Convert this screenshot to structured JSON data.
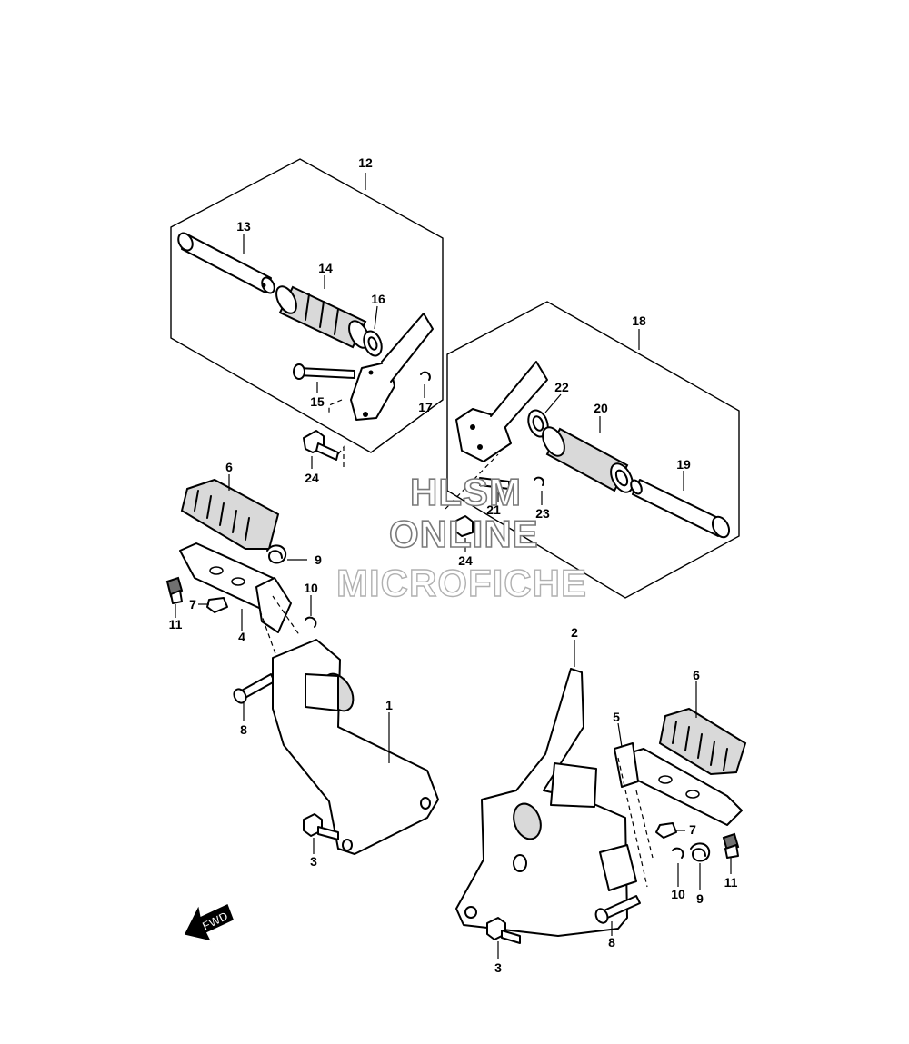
{
  "callouts": {
    "c1": "1",
    "c2": "2",
    "c3a": "3",
    "c3b": "3",
    "c4": "4",
    "c5": "5",
    "c6a": "6",
    "c6b": "6",
    "c7a": "7",
    "c7b": "7",
    "c8a": "8",
    "c8b": "8",
    "c9a": "9",
    "c9b": "9",
    "c10a": "10",
    "c10b": "10",
    "c11a": "11",
    "c11b": "11",
    "c12": "12",
    "c13": "13",
    "c14": "14",
    "c15": "15",
    "c16": "16",
    "c17": "17",
    "c18": "18",
    "c19": "19",
    "c20": "20",
    "c21": "21",
    "c22": "22",
    "c23": "23",
    "c24a": "24",
    "c24b": "24"
  },
  "watermark": {
    "line1": "HLSM",
    "line2": "ONLINE",
    "line3": "MICROFICHE"
  },
  "direction_arrow": {
    "label": "FWD"
  }
}
